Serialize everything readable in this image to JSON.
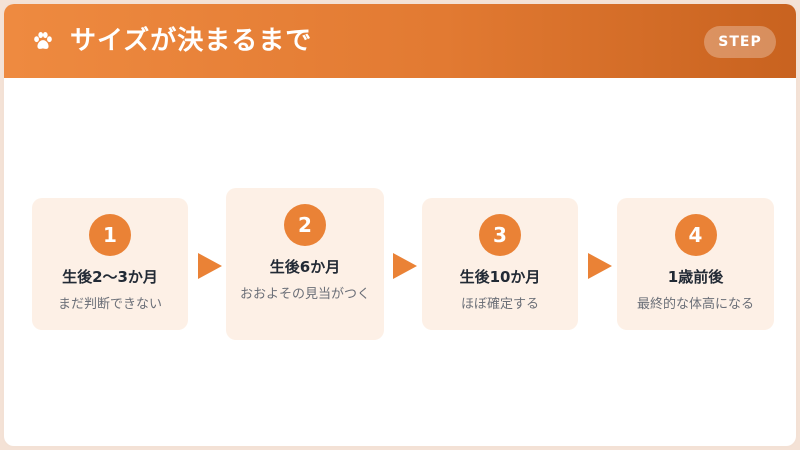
{
  "header": {
    "icon": "paw-icon",
    "title": "サイズが決まるまで",
    "badge": "STEP"
  },
  "colors": {
    "accent": "#ea8236",
    "header_start": "#ee8a40",
    "header_end": "#c8621f",
    "card_bg": "#fdf0e6",
    "title_text": "#222a35",
    "desc_text": "#6b6f78"
  },
  "steps": [
    {
      "number": "1",
      "title": "生後2〜3か月",
      "desc": "まだ判断できない"
    },
    {
      "number": "2",
      "title": "生後6か月",
      "desc": "おおよその見当がつく"
    },
    {
      "number": "3",
      "title": "生後10か月",
      "desc": "ほぼ確定する"
    },
    {
      "number": "4",
      "title": "1歳前後",
      "desc": "最終的な体高になる"
    }
  ],
  "arrow_icon": "triangle-right-icon"
}
